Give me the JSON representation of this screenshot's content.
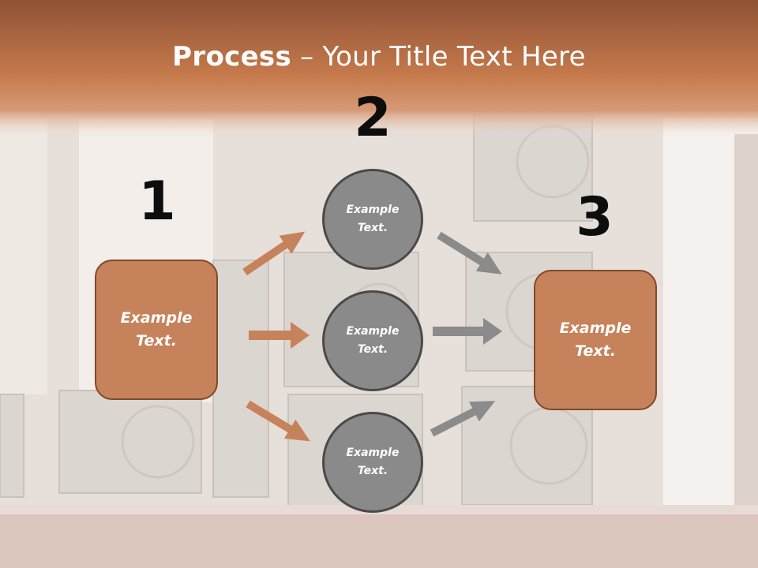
{
  "slide": {
    "title_bold": "Process",
    "title_rest": " – Your Title Text Here",
    "step_numbers": [
      "1",
      "2",
      "3"
    ],
    "left_box": "Example Text.",
    "right_box": "Example Text.",
    "circles": [
      "Example Text.",
      "Example Text.",
      "Example Text."
    ]
  },
  "colors": {
    "header": "#c47a4e",
    "box_fill": "#c6825a",
    "box_border": "#7f4a2b",
    "circle_fill": "#8a8a8a",
    "circle_border": "#4a4a4a",
    "orange_arrow": "#c6825a",
    "gray_arrow": "#8b8b8b"
  }
}
